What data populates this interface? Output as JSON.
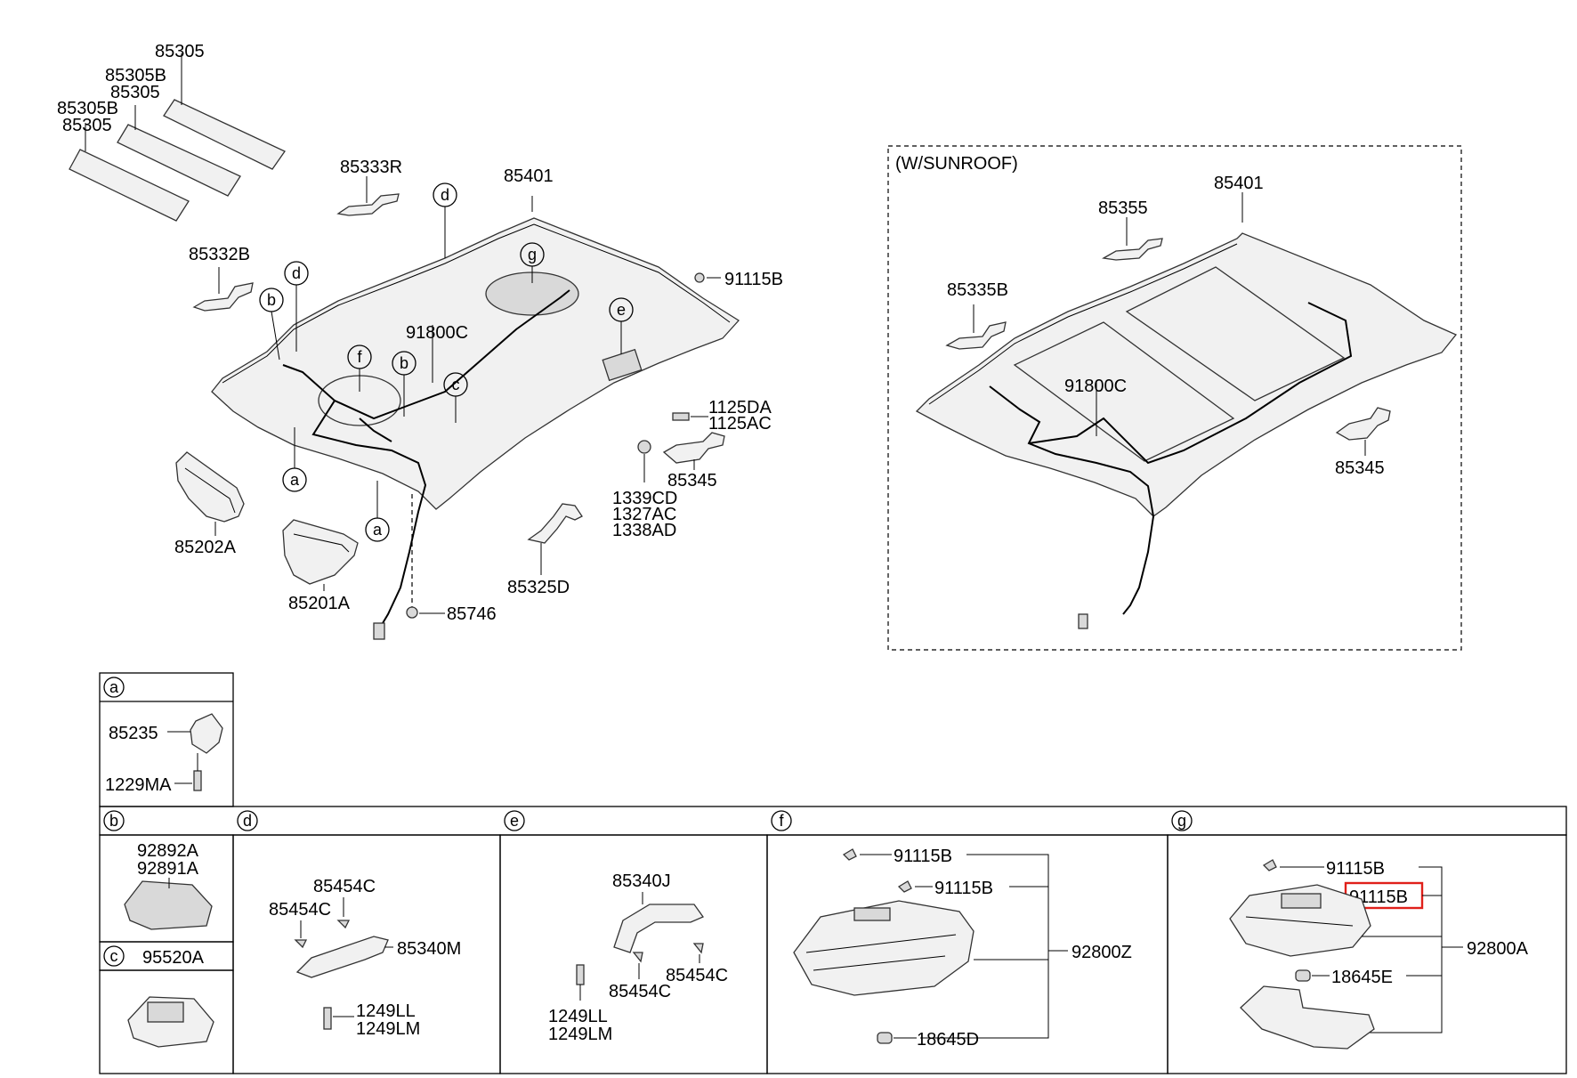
{
  "variant_label": "(W/SUNROOF)",
  "callouts": {
    "a": "a",
    "b": "b",
    "c": "c",
    "d": "d",
    "e": "e",
    "f": "f",
    "g": "g"
  },
  "main_parts": {
    "p85305_top": "85305",
    "p85305b_1": "85305B",
    "p85305_2": "85305",
    "p85305b_2": "85305B",
    "p85305_3": "85305",
    "p85333r": "85333R",
    "p85332b": "85332B",
    "p85401": "85401",
    "p91115b": "91115B",
    "p91800c": "91800C",
    "p1125da": "1125DA",
    "p1125ac": "1125AC",
    "p85345": "85345",
    "p1339cd": "1339CD",
    "p1327ac": "1327AC",
    "p1338ad": "1338AD",
    "p85202a": "85202A",
    "p85201a": "85201A",
    "p85325d": "85325D",
    "p85746": "85746"
  },
  "sunroof_parts": {
    "p85401": "85401",
    "p85355": "85355",
    "p85335b": "85335B",
    "p91800c": "91800C",
    "p85345": "85345"
  },
  "detail_a": {
    "p85235": "85235",
    "p1229ma": "1229MA"
  },
  "detail_b": {
    "p92892a": "92892A",
    "p92891a": "92891A"
  },
  "detail_c": {
    "p95520a": "95520A"
  },
  "detail_d": {
    "p85454c_1": "85454C",
    "p85454c_2": "85454C",
    "p85340m": "85340M",
    "p1249ll": "1249LL",
    "p1249lm": "1249LM"
  },
  "detail_e": {
    "p85340j": "85340J",
    "p85454c_1": "85454C",
    "p85454c_2": "85454C",
    "p1249ll": "1249LL",
    "p1249lm": "1249LM"
  },
  "detail_f": {
    "p91115b_1": "91115B",
    "p91115b_2": "91115B",
    "p92800z": "92800Z",
    "p18645d": "18645D"
  },
  "detail_g": {
    "p91115b_1": "91115B",
    "p91115b_2": "91115B",
    "p92800a": "92800A",
    "p18645e": "18645E"
  },
  "highlight_color": "#e0201a"
}
